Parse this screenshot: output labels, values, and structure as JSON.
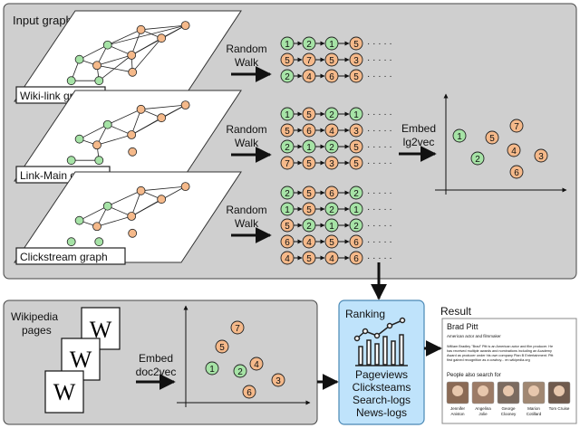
{
  "top_panel": {
    "title": "Input graphs",
    "graph_labels": [
      "Wiki-link graph",
      "Link-Main graph",
      "Clickstream graph"
    ],
    "walk_label": [
      "Random",
      "Walk"
    ],
    "ellipsis": "· · · · ·",
    "walks": [
      [
        [
          1,
          2,
          1,
          5
        ],
        [
          5,
          7,
          5,
          3
        ],
        [
          2,
          4,
          6,
          5
        ]
      ],
      [
        [
          1,
          5,
          2,
          1
        ],
        [
          5,
          6,
          4,
          3
        ],
        [
          2,
          1,
          2,
          5
        ],
        [
          7,
          5,
          3,
          5
        ]
      ],
      [
        [
          2,
          5,
          6,
          2
        ],
        [
          1,
          5,
          2,
          1
        ],
        [
          5,
          2,
          1,
          2
        ],
        [
          6,
          4,
          5,
          6
        ],
        [
          4,
          5,
          4,
          6
        ]
      ]
    ],
    "embed_label": [
      "Embed",
      "lg2vec"
    ],
    "scatter_points": [
      "1",
      "5",
      "7",
      "4",
      "2",
      "6",
      "3"
    ]
  },
  "bottom_panel": {
    "title": [
      "Wikipedia",
      "pages"
    ],
    "doc_letter": "W",
    "embed_label": [
      "Embed",
      "doc2vec"
    ],
    "scatter_points": [
      "7",
      "5",
      "1",
      "2",
      "4",
      "3",
      "6"
    ]
  },
  "ranking": {
    "title": "Ranking",
    "signals": [
      "Pageviews",
      "Clicksteams",
      "Search-logs",
      "News-logs"
    ]
  },
  "result": {
    "title": "Result",
    "card_name": "Brad Pitt",
    "card_subtitle": "American actor and filmmaker",
    "card_text": [
      "William Bradley \"Brad\" Pitt is an American actor and film producer. He",
      "has received multiple awards and nominations including an Academy",
      "Award as producer under his own company Plan B Entertainment. Pitt",
      "first gained recognition as a cowboy... en.wikipedia.org"
    ],
    "people_title": "People also search for",
    "people": [
      [
        "Jennifer",
        "Aniston"
      ],
      [
        "Angelina",
        "Jolie"
      ],
      [
        "George",
        "Clooney"
      ],
      [
        "Marion",
        "Cotillard"
      ],
      [
        "Tom Cruise",
        ""
      ]
    ]
  },
  "colors": {
    "panel": "#cfcfcf",
    "green_node": "#a6e3a6",
    "orange_node": "#f5b98a",
    "ranking_fill": "#bfe3fb",
    "ranking_stroke": "#4a88b5"
  }
}
